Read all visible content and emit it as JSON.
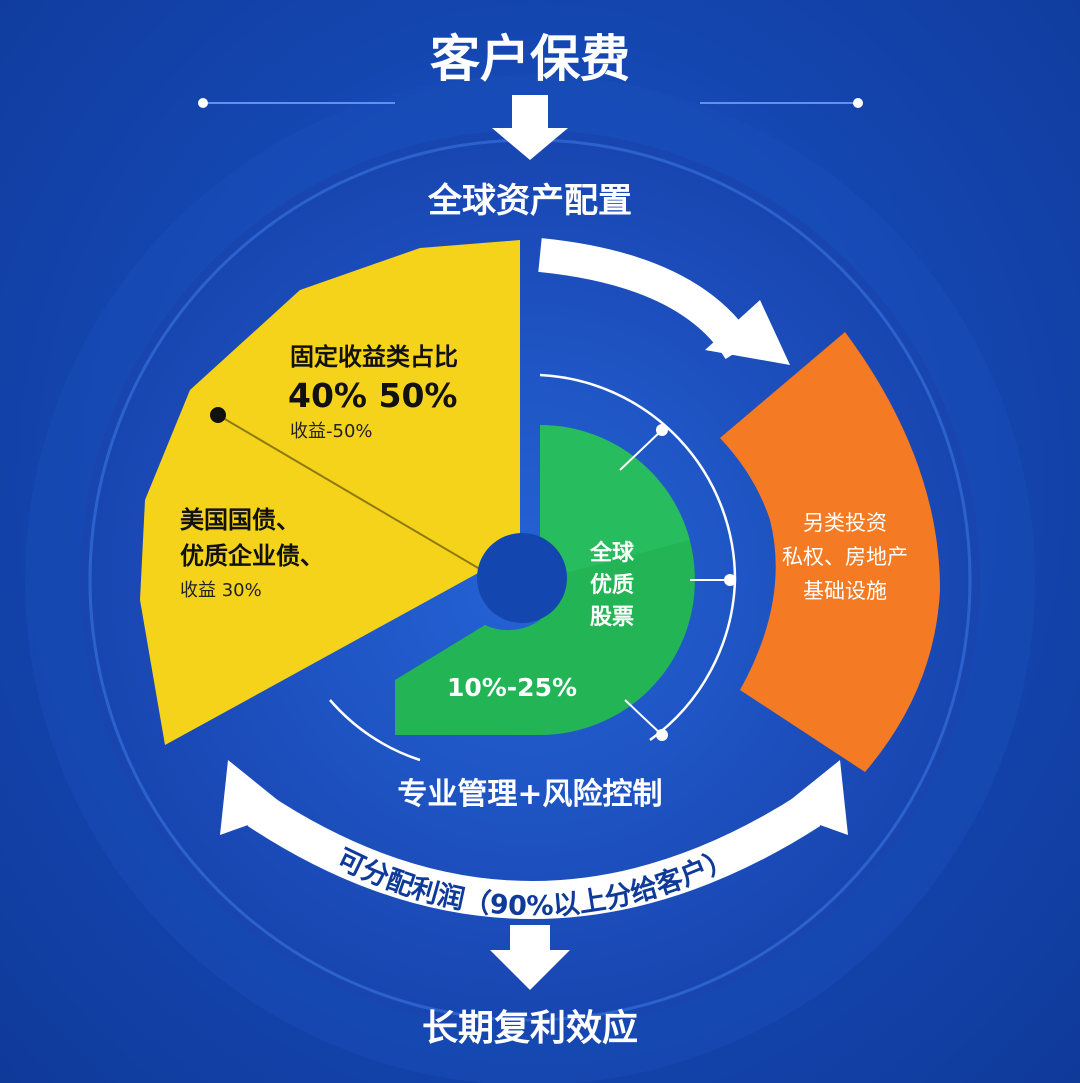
{
  "title": "客户保费",
  "step1": "全球资产配置",
  "fixed_income": {
    "heading": "固定收益类占比",
    "range": "40% 50%",
    "return_note": "收益-50%",
    "line1": "美国国债、",
    "line2": "优质企业债、",
    "return_note2": "收益 30%"
  },
  "equity": {
    "line1": "全球",
    "line2": "优质",
    "line3": "股票",
    "range": "10%-25%"
  },
  "alternatives": {
    "line1": "另类投资",
    "line2": "私权、房地产",
    "line3": "基础设施"
  },
  "management": "专业管理+风险控制",
  "distribution": "可分配利润（90%以上分给客户）",
  "result": "长期复利效应",
  "colors": {
    "background": "#1446b0",
    "inner_disc": "#1b4fbf",
    "fixed_income": "#f5d31b",
    "equity": "#22b455",
    "alternatives": "#f47a24",
    "arrow": "#ffffff",
    "text_light": "#ffffff",
    "text_dark": "#111111"
  }
}
